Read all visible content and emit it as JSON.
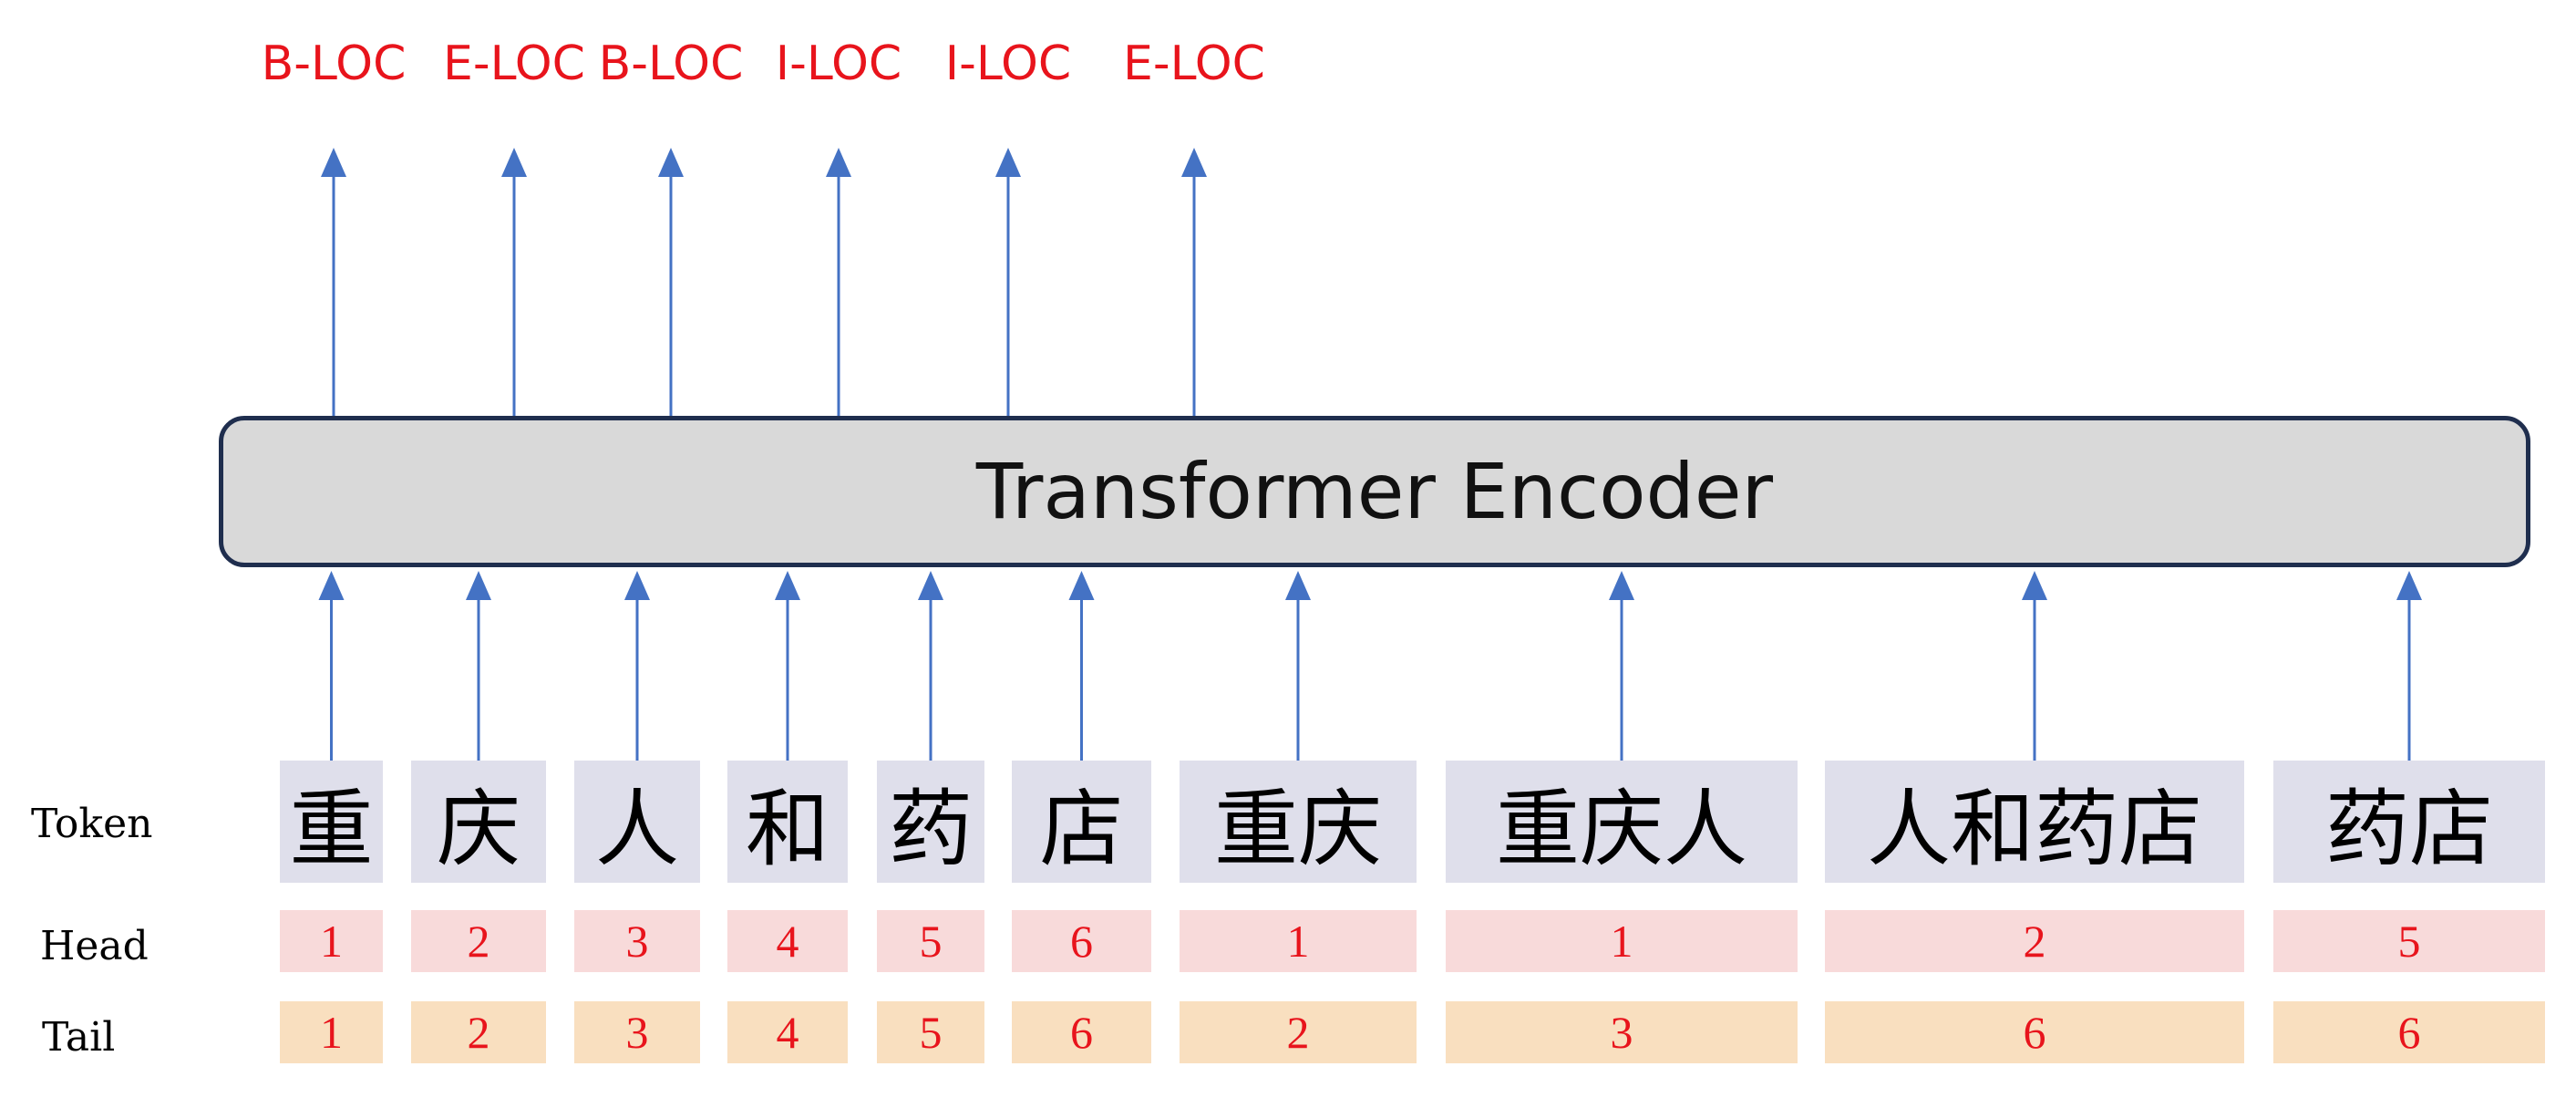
{
  "encoder": {
    "label": "Transformer Encoder"
  },
  "row_labels": {
    "token": "Token",
    "head": "Head",
    "tail": "Tail"
  },
  "outputs": [
    "B-LOC",
    "E-LOC",
    "B-LOC",
    "I-LOC",
    "I-LOC",
    "E-LOC"
  ],
  "tokens": [
    {
      "text": "重",
      "head": "1",
      "tail": "1"
    },
    {
      "text": "庆",
      "head": "2",
      "tail": "2"
    },
    {
      "text": "人",
      "head": "3",
      "tail": "3"
    },
    {
      "text": "和",
      "head": "4",
      "tail": "4"
    },
    {
      "text": "药",
      "head": "5",
      "tail": "5"
    },
    {
      "text": "店",
      "head": "6",
      "tail": "6"
    },
    {
      "text": "重庆",
      "head": "1",
      "tail": "2"
    },
    {
      "text": "重庆人",
      "head": "1",
      "tail": "3"
    },
    {
      "text": "人和药店",
      "head": "2",
      "tail": "6"
    },
    {
      "text": "药店",
      "head": "5",
      "tail": "6"
    }
  ],
  "colors": {
    "arrow": "#4472c4",
    "tag_text": "#e8141c",
    "token_fill": "#dfdfeb",
    "head_fill": "#f8dada",
    "tail_fill": "#f9dfbf",
    "encoder_fill": "#d9d9d9",
    "encoder_border": "#1f2e4e"
  }
}
